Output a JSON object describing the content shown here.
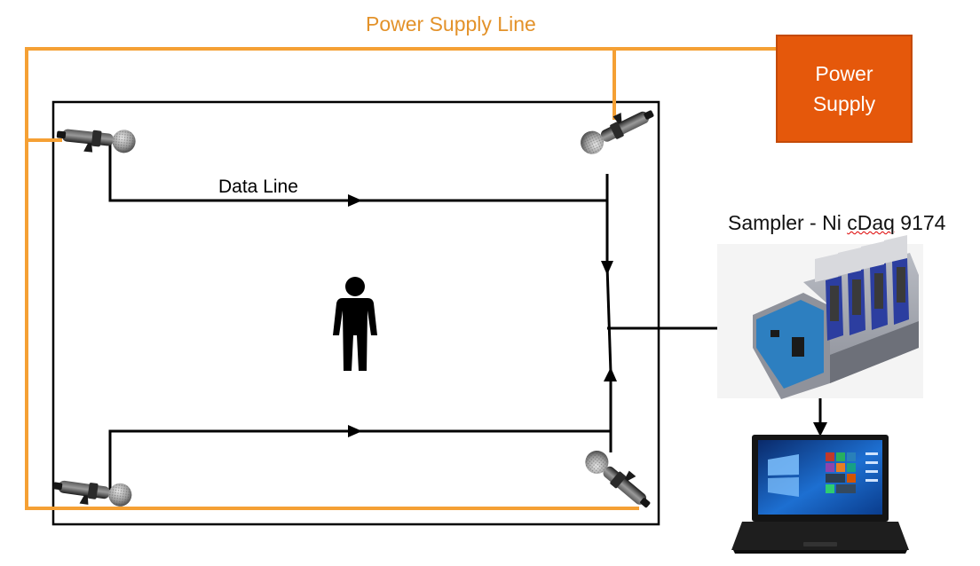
{
  "diagram": {
    "power_line_label": "Power Supply Line",
    "data_line_label": "Data Line",
    "sampler_label_prefix": "Sampler - Ni ",
    "sampler_label_underlined": "cDaq",
    "sampler_label_suffix": " 9174",
    "power_supply_line1": "Power",
    "power_supply_line2": "Supply",
    "colors": {
      "power_line": "#f5a034",
      "power_box": "#e5580b",
      "data_line": "#000000",
      "room_border": "#000000"
    },
    "icons": [
      "microphone-icon",
      "person-icon",
      "daq-device-icon",
      "laptop-icon"
    ]
  }
}
